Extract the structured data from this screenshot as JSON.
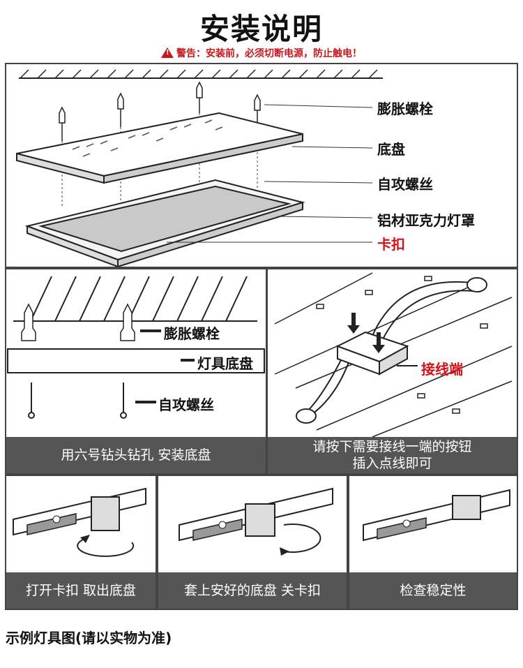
{
  "header": {
    "title": "安装说明",
    "warning": "警告：安装前，必须切断电源，防止触电！"
  },
  "top_panel": {
    "labels": [
      "膨胀螺栓",
      "底盘",
      "自攻螺丝",
      "铝材亚克力灯罩",
      "卡扣"
    ]
  },
  "left_panel": {
    "labels": [
      "膨胀螺栓",
      "灯具底盘",
      "自攻螺丝"
    ],
    "caption": "用六号钻头钻孔 安装底盘"
  },
  "right_panel": {
    "label": "接线端",
    "caption_line1": "请按下需要接线一端的按钮",
    "caption_line2": "插入点线即可"
  },
  "steps": [
    {
      "caption": "打开卡扣 取出底盘"
    },
    {
      "caption": "套上安好的底盘 关卡扣"
    },
    {
      "caption": "检查稳定性"
    }
  ],
  "footer": {
    "text": "示例灯具图(请以实物为准)"
  },
  "colors": {
    "warning_red": "#c8161d",
    "caption_bar": "#555555"
  }
}
